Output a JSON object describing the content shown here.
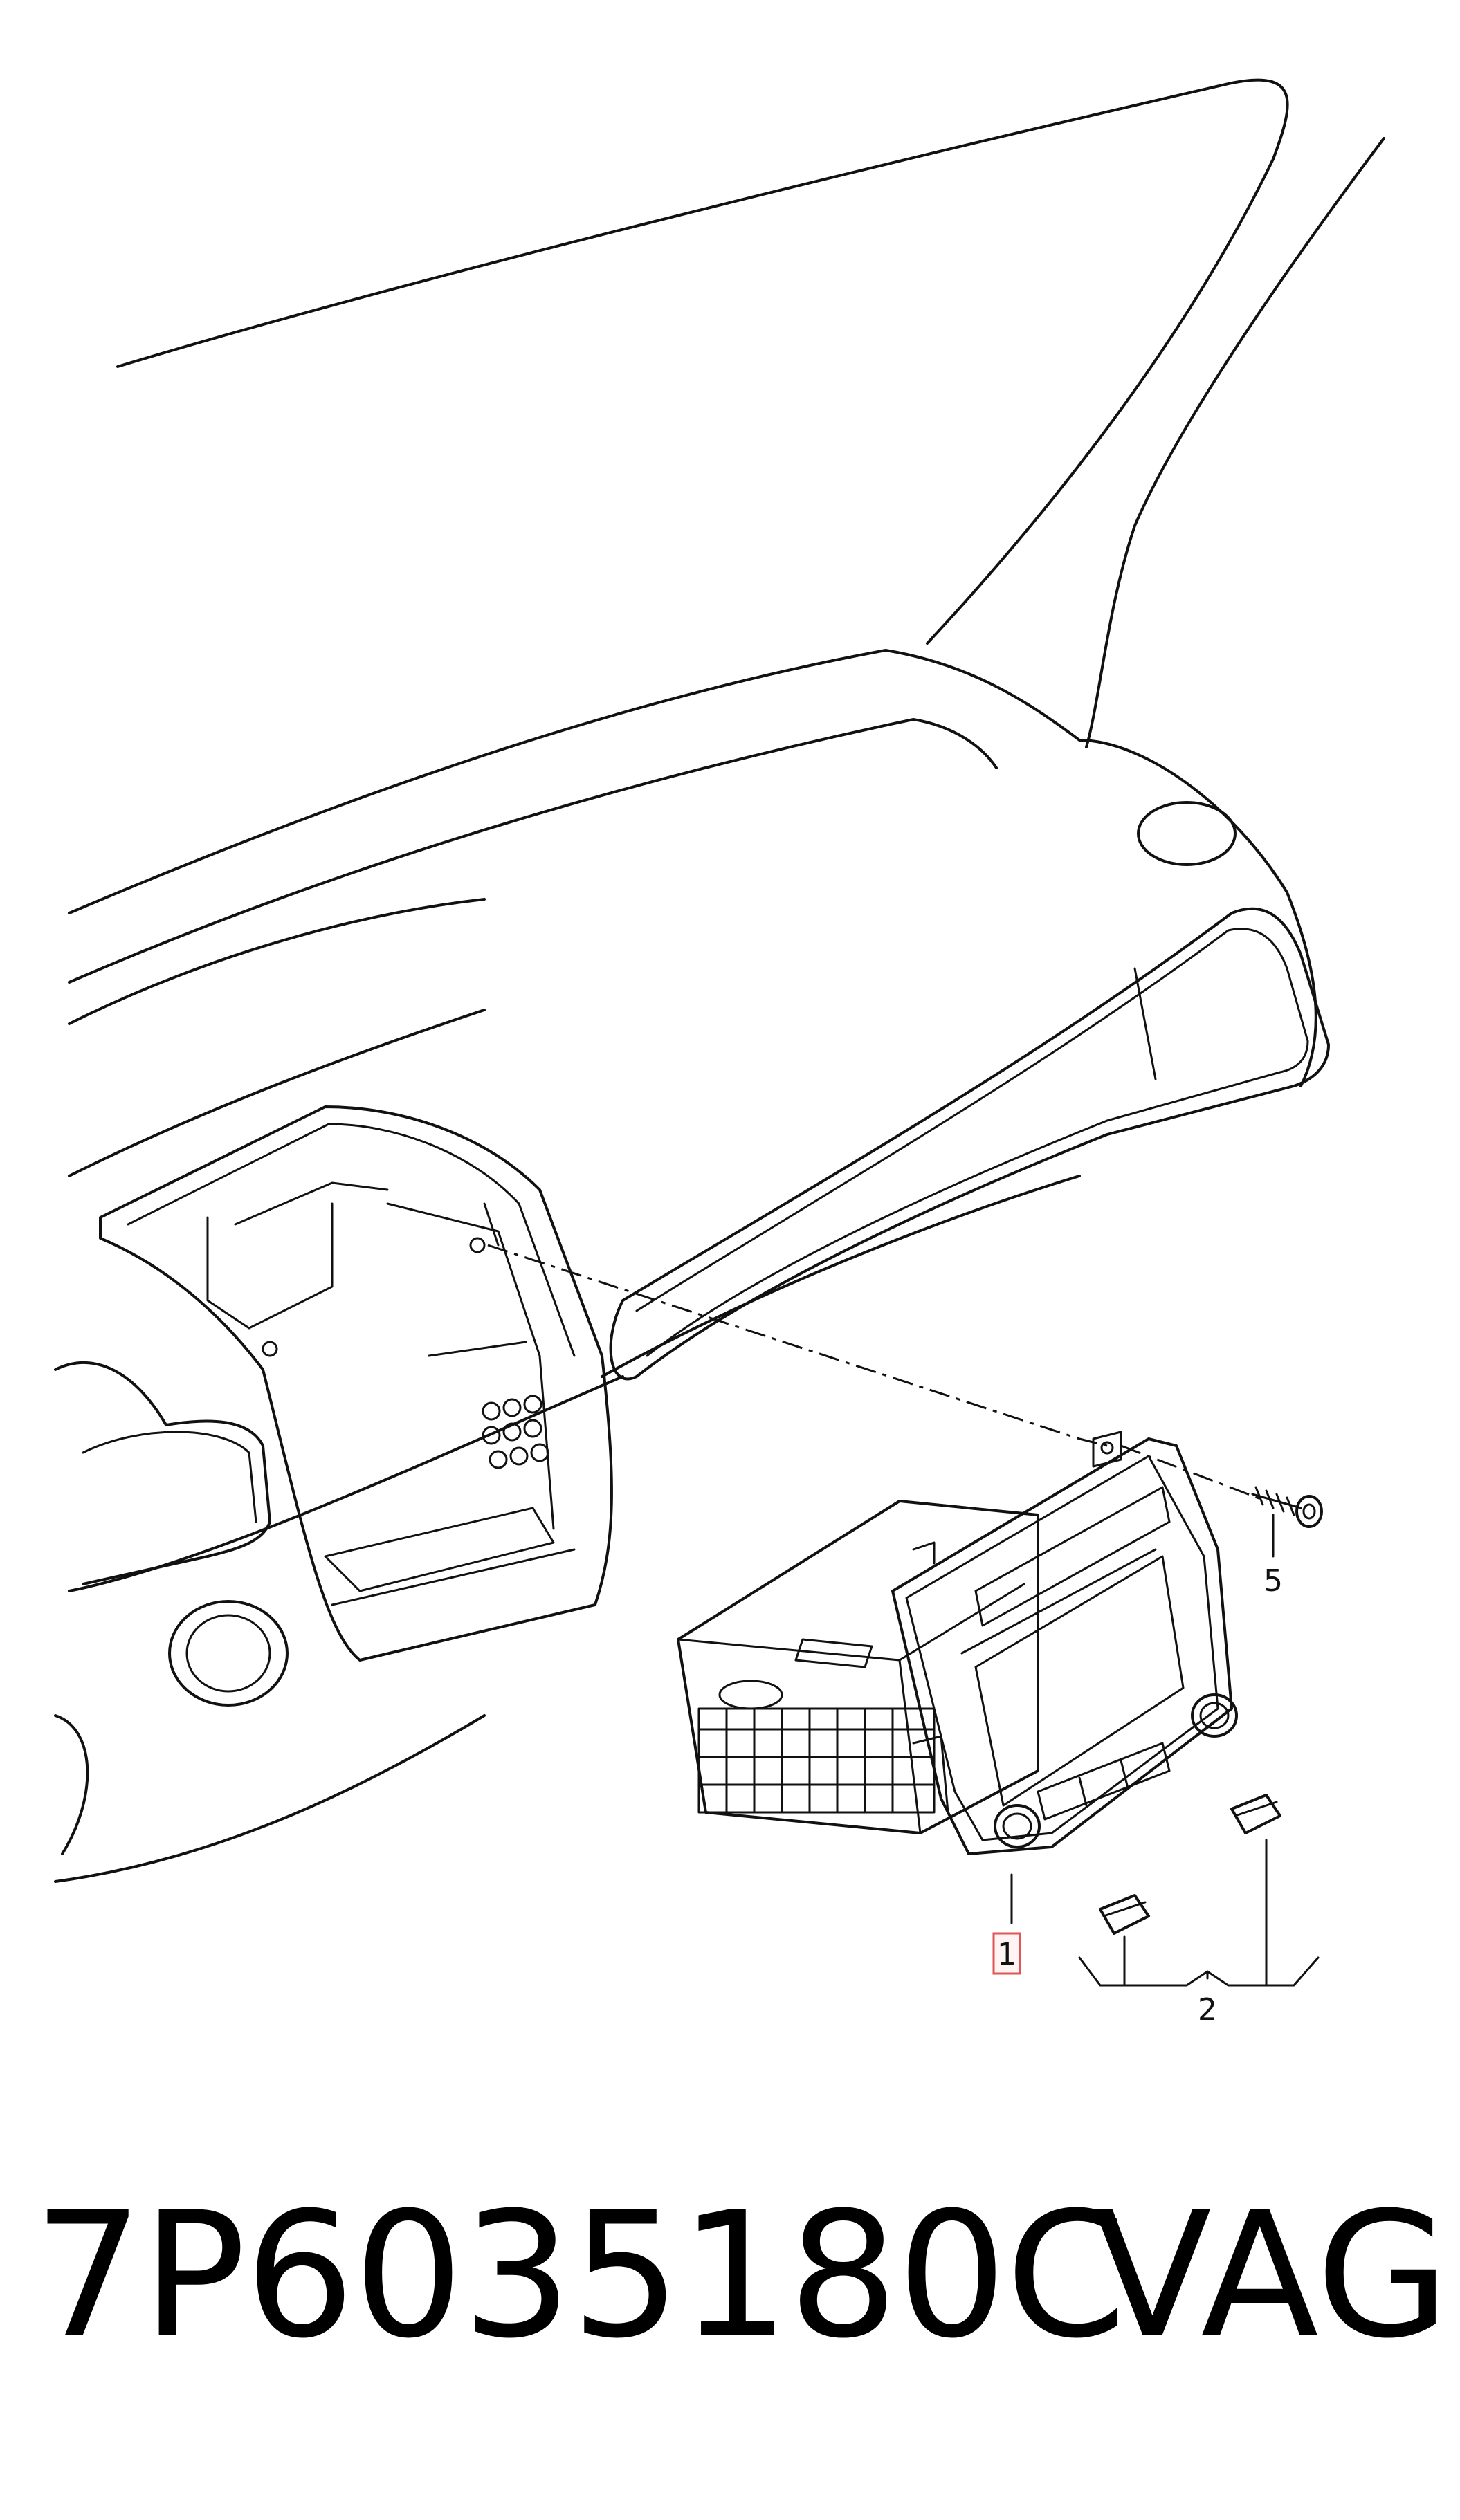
{
  "callouts": {
    "item_1": "1",
    "item_2": "2",
    "item_5": "5"
  },
  "footer": {
    "part_number": "7P6035180C",
    "brand": "VAG"
  },
  "colors": {
    "line": "#111111",
    "highlight_border": "#e05555",
    "highlight_fill": "#fff3f3"
  }
}
